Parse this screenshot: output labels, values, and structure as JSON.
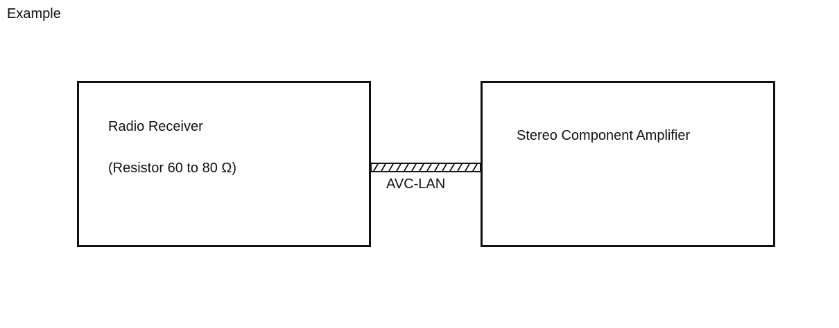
{
  "caption": "Example",
  "diagram": {
    "left_box": {
      "title": "Radio Receiver",
      "subtitle": "(Resistor 60 to 80 Ω)"
    },
    "right_box": {
      "title": "Stereo Component Amplifier"
    },
    "connection": {
      "label": "AVC-LAN"
    }
  }
}
